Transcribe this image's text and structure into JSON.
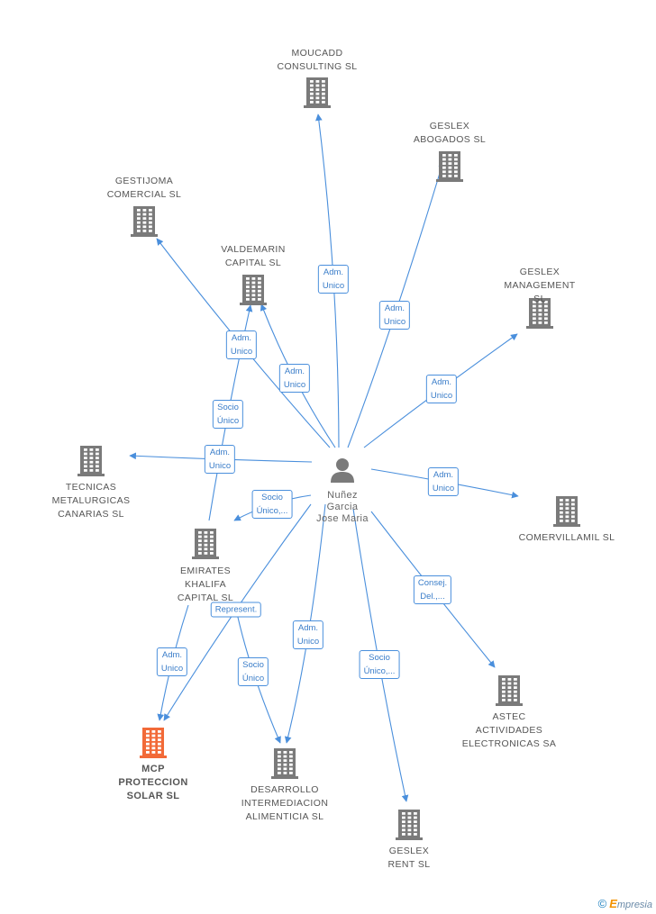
{
  "colors": {
    "edge": "#4a8fdc",
    "company": "#7a7a7a",
    "focus_company": "#f26a38",
    "person": "#7a7a7a"
  },
  "person": {
    "id": "nunez",
    "label_lines": [
      "Nuñez",
      "Garcia",
      "Jose Maria"
    ],
    "icon": "person-icon"
  },
  "companies": [
    {
      "id": "moucadd",
      "label_lines": [
        "MOUCADD",
        "CONSULTING SL"
      ],
      "icon": "building-icon"
    },
    {
      "id": "geslex_abogados",
      "label_lines": [
        "GESLEX",
        "ABOGADOS SL"
      ],
      "icon": "building-icon"
    },
    {
      "id": "gestijoma",
      "label_lines": [
        "GESTIJOMA",
        "COMERCIAL SL"
      ],
      "icon": "building-icon"
    },
    {
      "id": "valdemarin",
      "label_lines": [
        "VALDEMARIN",
        "CAPITAL SL"
      ],
      "icon": "building-icon"
    },
    {
      "id": "geslex_management",
      "label_lines": [
        "GESLEX",
        "MANAGEMENT",
        "SL"
      ],
      "icon": "building-icon"
    },
    {
      "id": "tecnicas",
      "label_lines": [
        "TECNICAS",
        "METALURGICAS",
        "CANARIAS SL"
      ],
      "icon": "building-icon"
    },
    {
      "id": "comervillamil",
      "label_lines": [
        "COMERVILLAMIL SL"
      ],
      "icon": "building-icon"
    },
    {
      "id": "emirates",
      "label_lines": [
        "EMIRATES",
        "KHALIFA",
        "CAPITAL SL"
      ],
      "icon": "building-icon"
    },
    {
      "id": "astec",
      "label_lines": [
        "ASTEC",
        "ACTIVIDADES",
        "ELECTRONICAS SA"
      ],
      "icon": "building-icon"
    },
    {
      "id": "mcp",
      "label_lines": [
        "MCP",
        "PROTECCION",
        "SOLAR SL"
      ],
      "icon": "building-icon",
      "focus": true
    },
    {
      "id": "desarrollo",
      "label_lines": [
        "DESARROLLO",
        "INTERMEDIACION",
        "ALIMENTICIA SL"
      ],
      "icon": "building-icon"
    },
    {
      "id": "geslex_rent",
      "label_lines": [
        "GESLEX",
        "RENT SL"
      ],
      "icon": "building-icon"
    }
  ],
  "edges": [
    {
      "id": "e1",
      "from": "nunez",
      "to": "moucadd",
      "label_lines": [
        "Adm.",
        "Unico"
      ]
    },
    {
      "id": "e2",
      "from": "nunez",
      "to": "geslex_abogados",
      "label_lines": [
        "Adm.",
        "Unico"
      ]
    },
    {
      "id": "e3",
      "from": "nunez",
      "to": "gestijoma",
      "label_lines": [
        "Adm.",
        "Unico"
      ]
    },
    {
      "id": "e4",
      "from": "nunez",
      "to": "valdemarin",
      "label_lines": [
        "Adm.",
        "Unico"
      ]
    },
    {
      "id": "e5",
      "from": "nunez",
      "to": "geslex_management",
      "label_lines": [
        "Adm.",
        "Unico"
      ]
    },
    {
      "id": "e6",
      "from": "nunez",
      "to": "tecnicas",
      "label_lines": [
        "Adm.",
        "Unico"
      ]
    },
    {
      "id": "e7",
      "from": "nunez",
      "to": "comervillamil",
      "label_lines": [
        "Adm.",
        "Unico"
      ]
    },
    {
      "id": "e8",
      "from": "nunez",
      "to": "emirates",
      "label_lines": [
        "Socio",
        "Único,..."
      ]
    },
    {
      "id": "e9",
      "from": "emirates",
      "to": "valdemarin",
      "label_lines": [
        "Socio",
        "Único"
      ]
    },
    {
      "id": "e10",
      "from": "nunez",
      "to": "astec",
      "label_lines": [
        "Consej.",
        "Del.,..."
      ]
    },
    {
      "id": "e11",
      "from": "nunez",
      "to": "mcp",
      "label_lines": [
        "Represent."
      ]
    },
    {
      "id": "e12",
      "from": "emirates",
      "to": "mcp",
      "label_lines": [
        "Adm.",
        "Unico"
      ]
    },
    {
      "id": "e13",
      "from": "emirates",
      "to": "desarrollo",
      "label_lines": [
        "Socio",
        "Único"
      ]
    },
    {
      "id": "e14",
      "from": "nunez",
      "to": "desarrollo",
      "label_lines": [
        "Adm.",
        "Unico"
      ]
    },
    {
      "id": "e15",
      "from": "nunez",
      "to": "geslex_rent",
      "label_lines": [
        "Socio",
        "Único,..."
      ]
    }
  ],
  "watermark": {
    "copyright": "©",
    "brand_initial": "E",
    "brand_rest": "mpresia"
  }
}
